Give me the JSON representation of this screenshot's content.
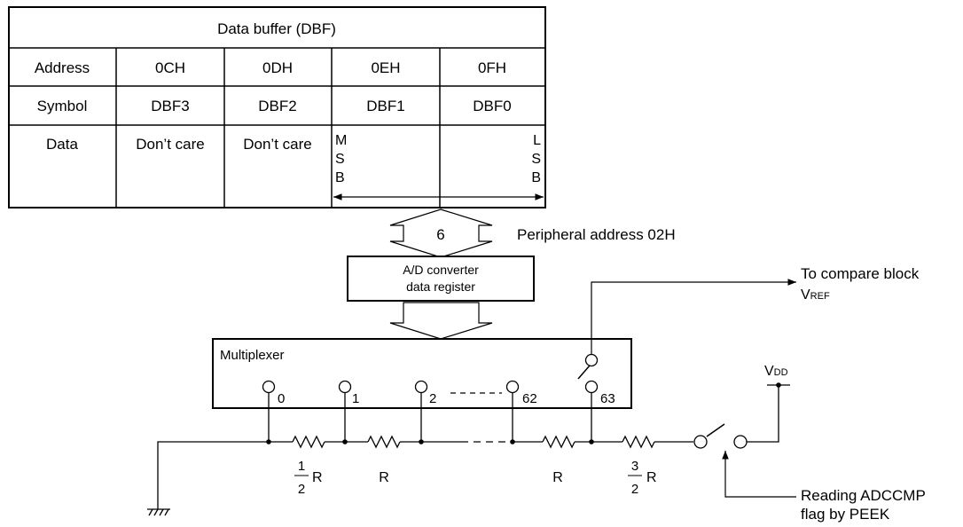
{
  "table": {
    "title": "Data buffer (DBF)",
    "rows": [
      {
        "label": "Address",
        "cells": [
          "0CH",
          "0DH",
          "0EH",
          "0FH"
        ]
      },
      {
        "label": "Symbol",
        "cells": [
          "DBF3",
          "DBF2",
          "DBF1",
          "DBF0"
        ]
      },
      {
        "label": "Data",
        "cells": [
          "Don’t care",
          "Don’t care",
          "",
          ""
        ]
      }
    ],
    "msb": [
      "M",
      "S",
      "B"
    ],
    "lsb": [
      "L",
      "S",
      "B"
    ]
  },
  "bus": {
    "width": "6",
    "peripheral_label": "Peripheral address 02H"
  },
  "adc_register": {
    "line1": "A/D converter",
    "line2": "data register"
  },
  "multiplexer": {
    "label": "Multiplexer",
    "taps": [
      "0",
      "1",
      "2",
      "62",
      "63"
    ]
  },
  "compare": {
    "label": "To compare block",
    "vref_main": "V",
    "vref_sub": "REF"
  },
  "supply": {
    "main": "V",
    "sub": "DD"
  },
  "resistors": {
    "first": {
      "num": "1",
      "den": "2",
      "unit": "R"
    },
    "middle": [
      "R",
      "R"
    ],
    "last": {
      "num": "3",
      "den": "2",
      "unit": "R"
    }
  },
  "flag": {
    "line1": "Reading ADCCMP",
    "line2": "flag by PEEK"
  }
}
